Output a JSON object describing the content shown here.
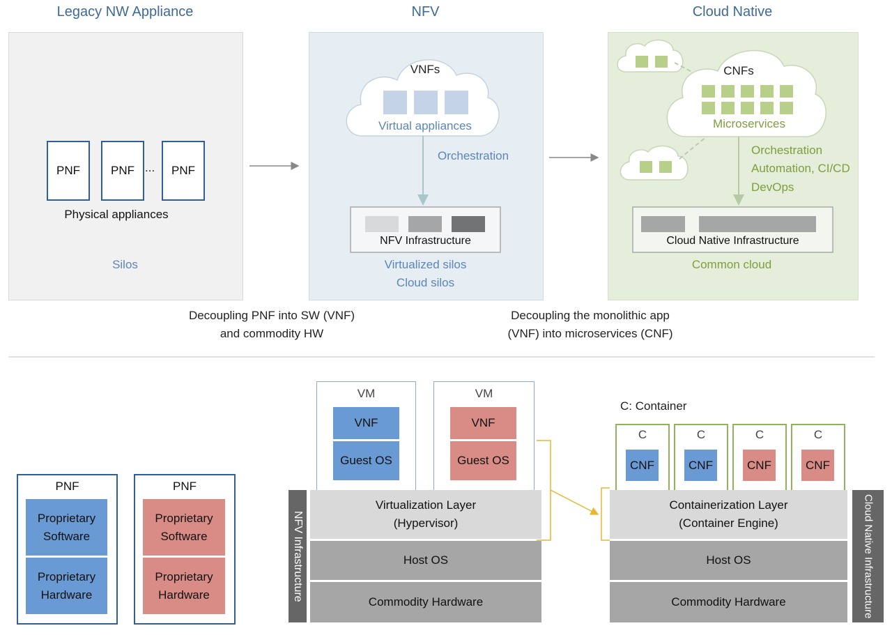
{
  "top": {
    "legacy": {
      "title": "Legacy NW Appliance",
      "pnf1": "PNF",
      "pnf2": "PNF",
      "pnf3": "PNF",
      "dots": "...",
      "caption": "Physical appliances",
      "footer": "Silos"
    },
    "nfv": {
      "title": "NFV",
      "cloud_title": "VNFs",
      "cloud_sub": "Virtual appliances",
      "orchestration": "Orchestration",
      "infra": "NFV Infrastructure",
      "footer1": "Virtualized silos",
      "footer2": "Cloud silos"
    },
    "cloud_native": {
      "title": "Cloud Native",
      "cloud_title": "CNFs",
      "cloud_sub": "Microservices",
      "orch1": "Orchestration",
      "orch2": "Automation, CI/CD",
      "orch3": "DevOps",
      "infra": "Cloud Native Infrastructure",
      "footer": "Common cloud"
    },
    "transition1": {
      "line1": "Decoupling PNF into SW (VNF)",
      "line2": "and commodity HW"
    },
    "transition2": {
      "line1": "Decoupling the monolithic app",
      "line2": "(VNF) into microservices (CNF)"
    }
  },
  "bottom": {
    "pnf_left": {
      "title": "PNF",
      "software": "Proprietary Software",
      "hardware": "Proprietary Hardware"
    },
    "pnf_right": {
      "title": "PNF",
      "software": "Proprietary Software",
      "hardware": "Proprietary Hardware"
    },
    "nfv_stack": {
      "vm1": {
        "title": "VM",
        "vnf": "VNF",
        "guest": "Guest OS"
      },
      "vm2": {
        "title": "VM",
        "vnf": "VNF",
        "guest": "Guest OS"
      },
      "virt_layer": "Virtualization Layer (Hypervisor)",
      "host_os": "Host OS",
      "hardware": "Commodity Hardware",
      "side_label": "NFV Infrastructure"
    },
    "cn_stack": {
      "legend": "C: Container",
      "containers": [
        {
          "title": "C",
          "cnf": "CNF"
        },
        {
          "title": "C",
          "cnf": "CNF"
        },
        {
          "title": "C",
          "cnf": "CNF"
        },
        {
          "title": "C",
          "cnf": "CNF"
        }
      ],
      "cont_layer": "Containerization Layer (Container Engine)",
      "host_os": "Host OS",
      "hardware": "Commodity Hardware",
      "side_label": "Cloud Native Infrastructure"
    }
  },
  "colors": {
    "blue_fill": "#6a9ad4",
    "red_fill": "#d98c86",
    "green_border": "#8fb25a",
    "gray_layer": "#a6a6a6",
    "light_gray_layer": "#d9d9d9",
    "dark_side": "#666666",
    "yellow_arrow": "#e8b631"
  }
}
